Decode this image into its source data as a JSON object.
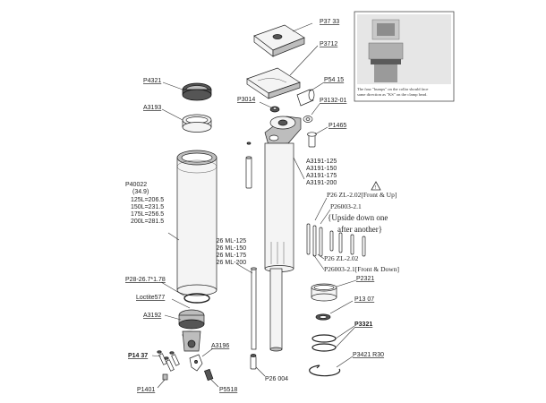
{
  "labels": {
    "p3733": "P37 33",
    "p3712": "P3712",
    "p5415": "P54 15",
    "p3014": "P3014",
    "p3132": "P3132-01",
    "p1465": "P1465",
    "p4321": "P4321",
    "a3193": "A3193",
    "p40022": "P40022",
    "dim_349": "(34.9)",
    "len_125": "125L=206.5",
    "len_150": "150L=231.5",
    "len_175": "175L=256.5",
    "len_200": "200L=281.5",
    "a3191_125": "A3191-125",
    "a3191_150": "A3191-150",
    "a3191_175": "A3191-175",
    "a3191_200": "A3191-200",
    "p26_zl_front_up": "P26 ZL-2.02[Front & Up]",
    "p26003_2_1": "P26003-2.1",
    "upside_line1": "{Upside down one",
    "upside_line2": "after another}",
    "p26_zl_202": "P26 ZL-2.02",
    "p26003_front_down": "P26003-2.1[Front & Down]",
    "p26ml_125": "P26 ML-125",
    "p26ml_150": "P26 ML-150",
    "p26ml_175": "P26 ML-175",
    "p26ml_200": "P26 ML-200",
    "p28": "P28-26.7*1.78",
    "loctite": "Loctite577",
    "a3192": "A3192",
    "p1437": "P14 37",
    "a3196": "A3196",
    "p1401": "P1401",
    "p5518": "P5518",
    "p26004": "P26 004",
    "p2321": "P2321",
    "p1307": "P13 07",
    "p3321": "P3321",
    "p3421": "P3421 R30"
  },
  "note": {
    "line1": "The four \"bumps\" on the collar should face",
    "line2": "same direction as \"KS\" on the clamp head."
  },
  "icons": {
    "warning": "warning-triangle-icon"
  }
}
